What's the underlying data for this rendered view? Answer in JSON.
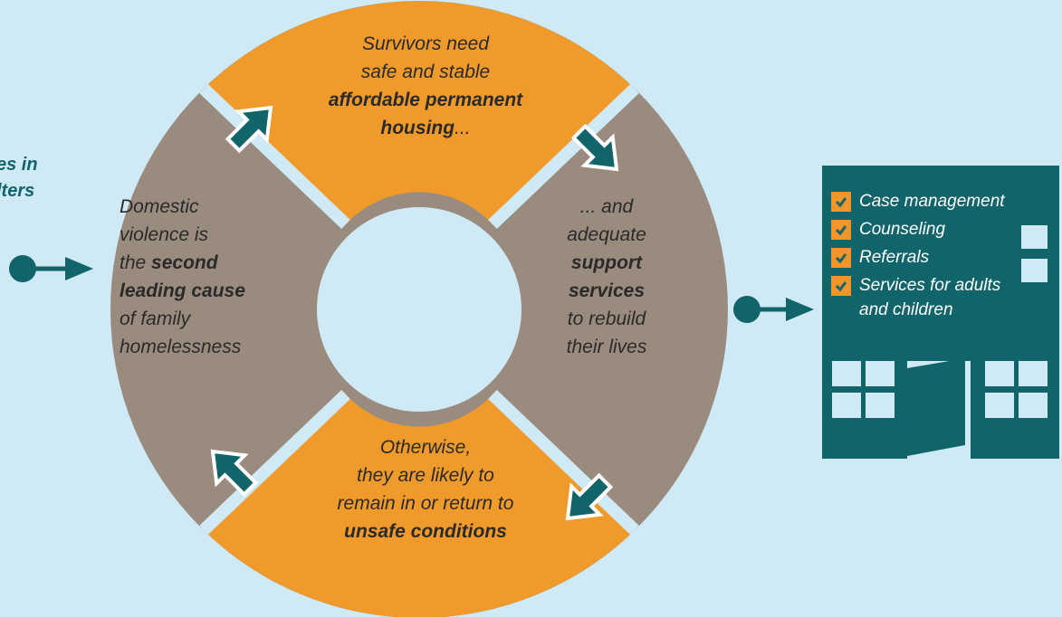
{
  "left_partial": {
    "line1": "es in",
    "line2": "lters"
  },
  "segments": {
    "top": {
      "lines": [
        "Survivors need",
        "safe and stable"
      ],
      "bold_lines": [
        "affordable permanent"
      ],
      "bold_last": "housing",
      "last_suffix": "..."
    },
    "right": {
      "line1": "... and",
      "line2": "adequate",
      "bold1": "support",
      "bold2": "services",
      "line3": "to rebuild",
      "line4": "their lives"
    },
    "bottom": {
      "line1": "Otherwise,",
      "line2": "they are likely to",
      "line3": "remain in or return to",
      "bold": "unsafe conditions"
    },
    "left": {
      "line1": "Domestic",
      "line2": "violence is",
      "line3_prefix": "the ",
      "bold1": "second",
      "bold2": "leading cause",
      "line4": "of family",
      "line5": "homelessness"
    }
  },
  "building": {
    "items": [
      {
        "label": "Case management"
      },
      {
        "label": "Counseling"
      },
      {
        "label": "Referrals"
      },
      {
        "label_line1": "Services for adults",
        "label_line2": "and children"
      }
    ]
  },
  "colors": {
    "background": "#cfe9f5",
    "orange": "#f19a2c",
    "taupe": "#9a8b7f",
    "teal": "#11646a",
    "arrow_outline": "#ffffff"
  },
  "icons": [
    "arrow-up-right-icon",
    "arrow-down-right-icon",
    "arrow-down-left-icon",
    "arrow-up-left-icon",
    "connector-arrow-icon",
    "checkbox-checked-icon",
    "building-icon"
  ]
}
